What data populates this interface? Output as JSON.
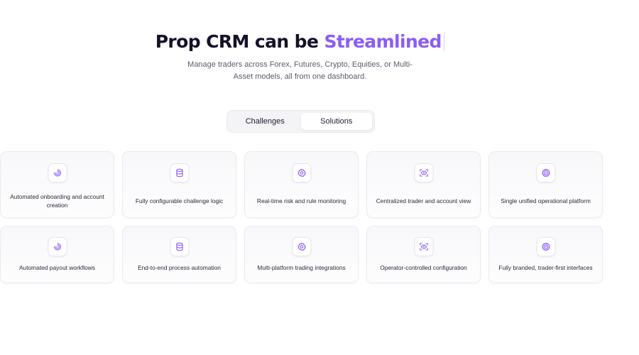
{
  "hero": {
    "title_prefix": "Prop CRM can be ",
    "title_accent": "Streamlined",
    "subtitle": "Manage traders across Forex, Futures, Crypto, Equities, or Multi-Asset models, all from one dashboard."
  },
  "tabs": [
    {
      "label": "Challenges",
      "active": false
    },
    {
      "label": "Solutions",
      "active": true
    }
  ],
  "colors": {
    "accent": "#8b5cf6",
    "text": "#14112a",
    "muted": "#5f5b6e"
  },
  "cards": [
    {
      "label": "Automated onboarding and account creation",
      "icon": "swirl-icon"
    },
    {
      "label": "Fully configurable challenge logic",
      "icon": "database-icon"
    },
    {
      "label": "Real-time risk and rule monitoring",
      "icon": "gear-icon"
    },
    {
      "label": "Centralized trader and account view",
      "icon": "eye-scan-icon"
    },
    {
      "label": "Single unified operational platform",
      "icon": "broadcast-icon"
    },
    {
      "label": "Automated payout workflows",
      "icon": "swirl-icon"
    },
    {
      "label": "End-to-end process automation",
      "icon": "database-icon"
    },
    {
      "label": "Multi-platform trading integrations",
      "icon": "gear-icon"
    },
    {
      "label": "Operator-controlled configuration",
      "icon": "eye-scan-icon"
    },
    {
      "label": "Fully branded, trader-first interfaces",
      "icon": "broadcast-icon"
    }
  ]
}
